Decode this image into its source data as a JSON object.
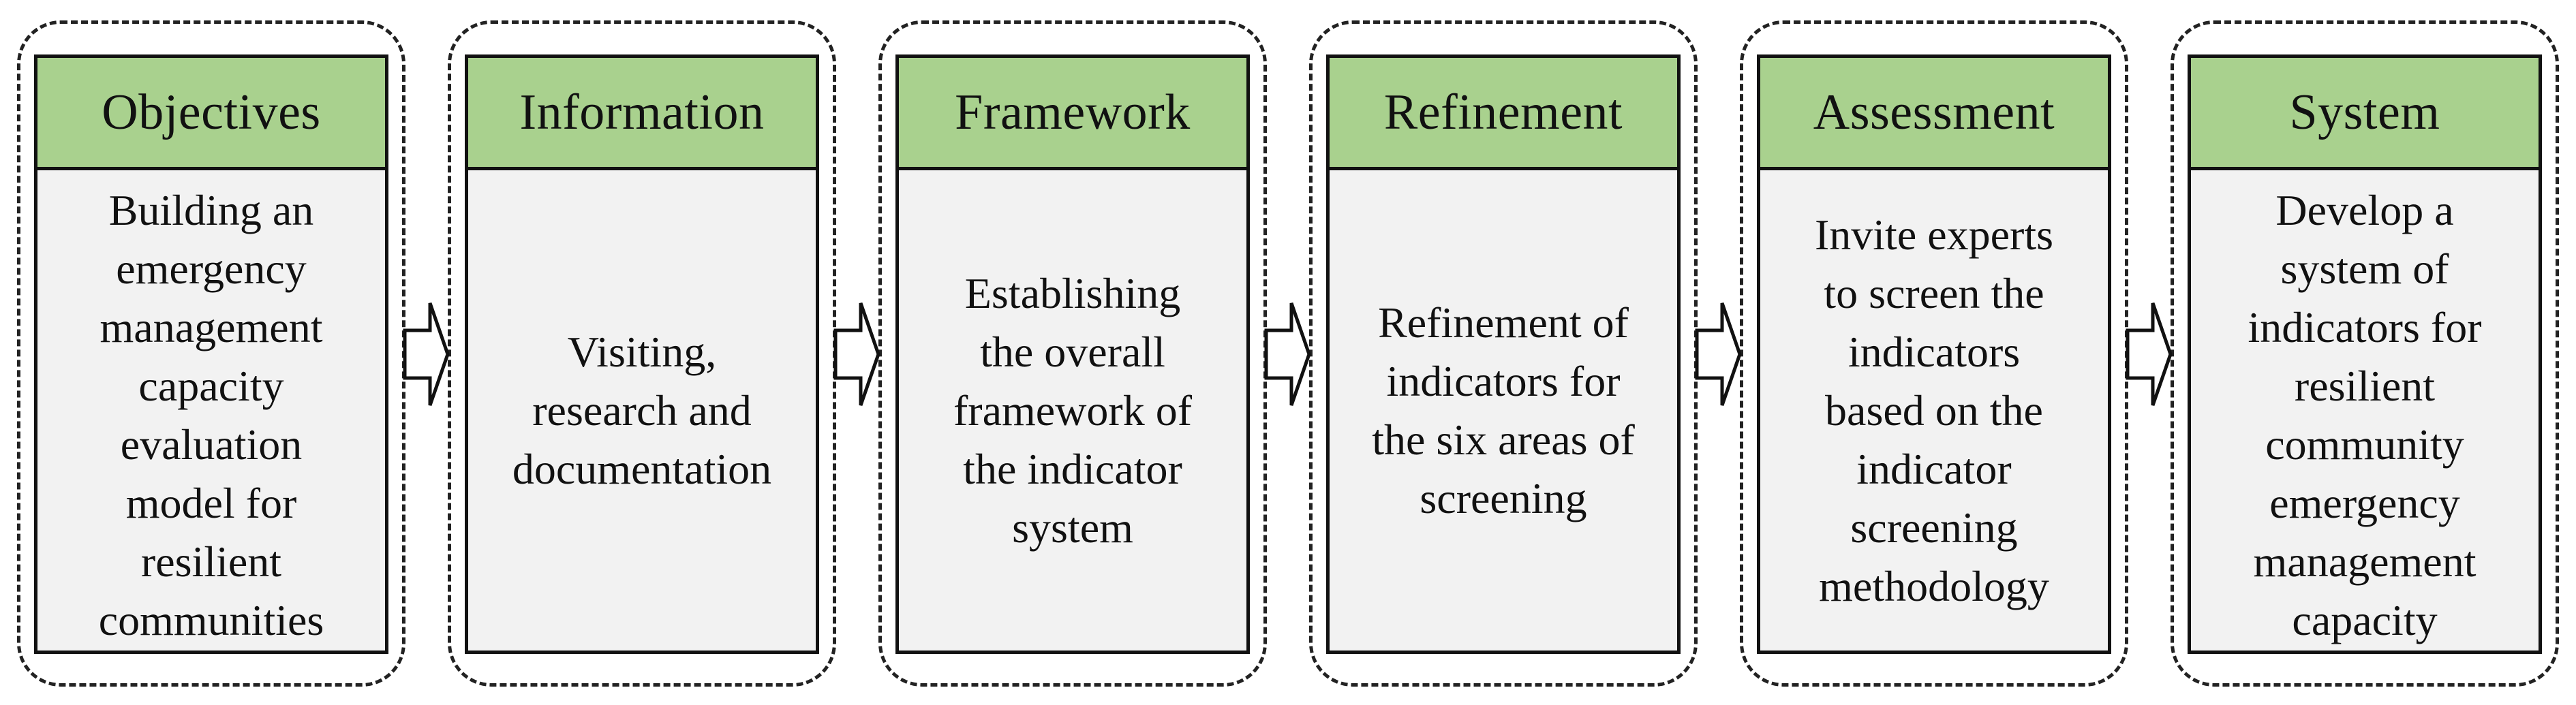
{
  "diagram": {
    "stages": [
      {
        "title": "Objectives",
        "body": "Building an\nemergency\nmanagement\ncapacity\nevaluation\nmodel for\nresilient\ncommunities"
      },
      {
        "title": "Information",
        "body": "Visiting,\nresearch and\ndocumentation"
      },
      {
        "title": "Framework",
        "body": "Establishing\nthe overall\nframework of\nthe indicator\nsystem"
      },
      {
        "title": "Refinement",
        "body": "Refinement of\nindicators for\nthe six areas of\nscreening"
      },
      {
        "title": "Assessment",
        "body": "Invite experts\nto screen the\nindicators\nbased on the\nindicator\nscreening\nmethodology"
      },
      {
        "title": "System",
        "body": "Develop a\nsystem of\nindicators for\nresilient\ncommunity\nemergency\nmanagement\ncapacity"
      }
    ],
    "colors": {
      "header_fill": "#a9d18e",
      "body_fill": "#f2f2f2",
      "line": "#111111"
    }
  }
}
